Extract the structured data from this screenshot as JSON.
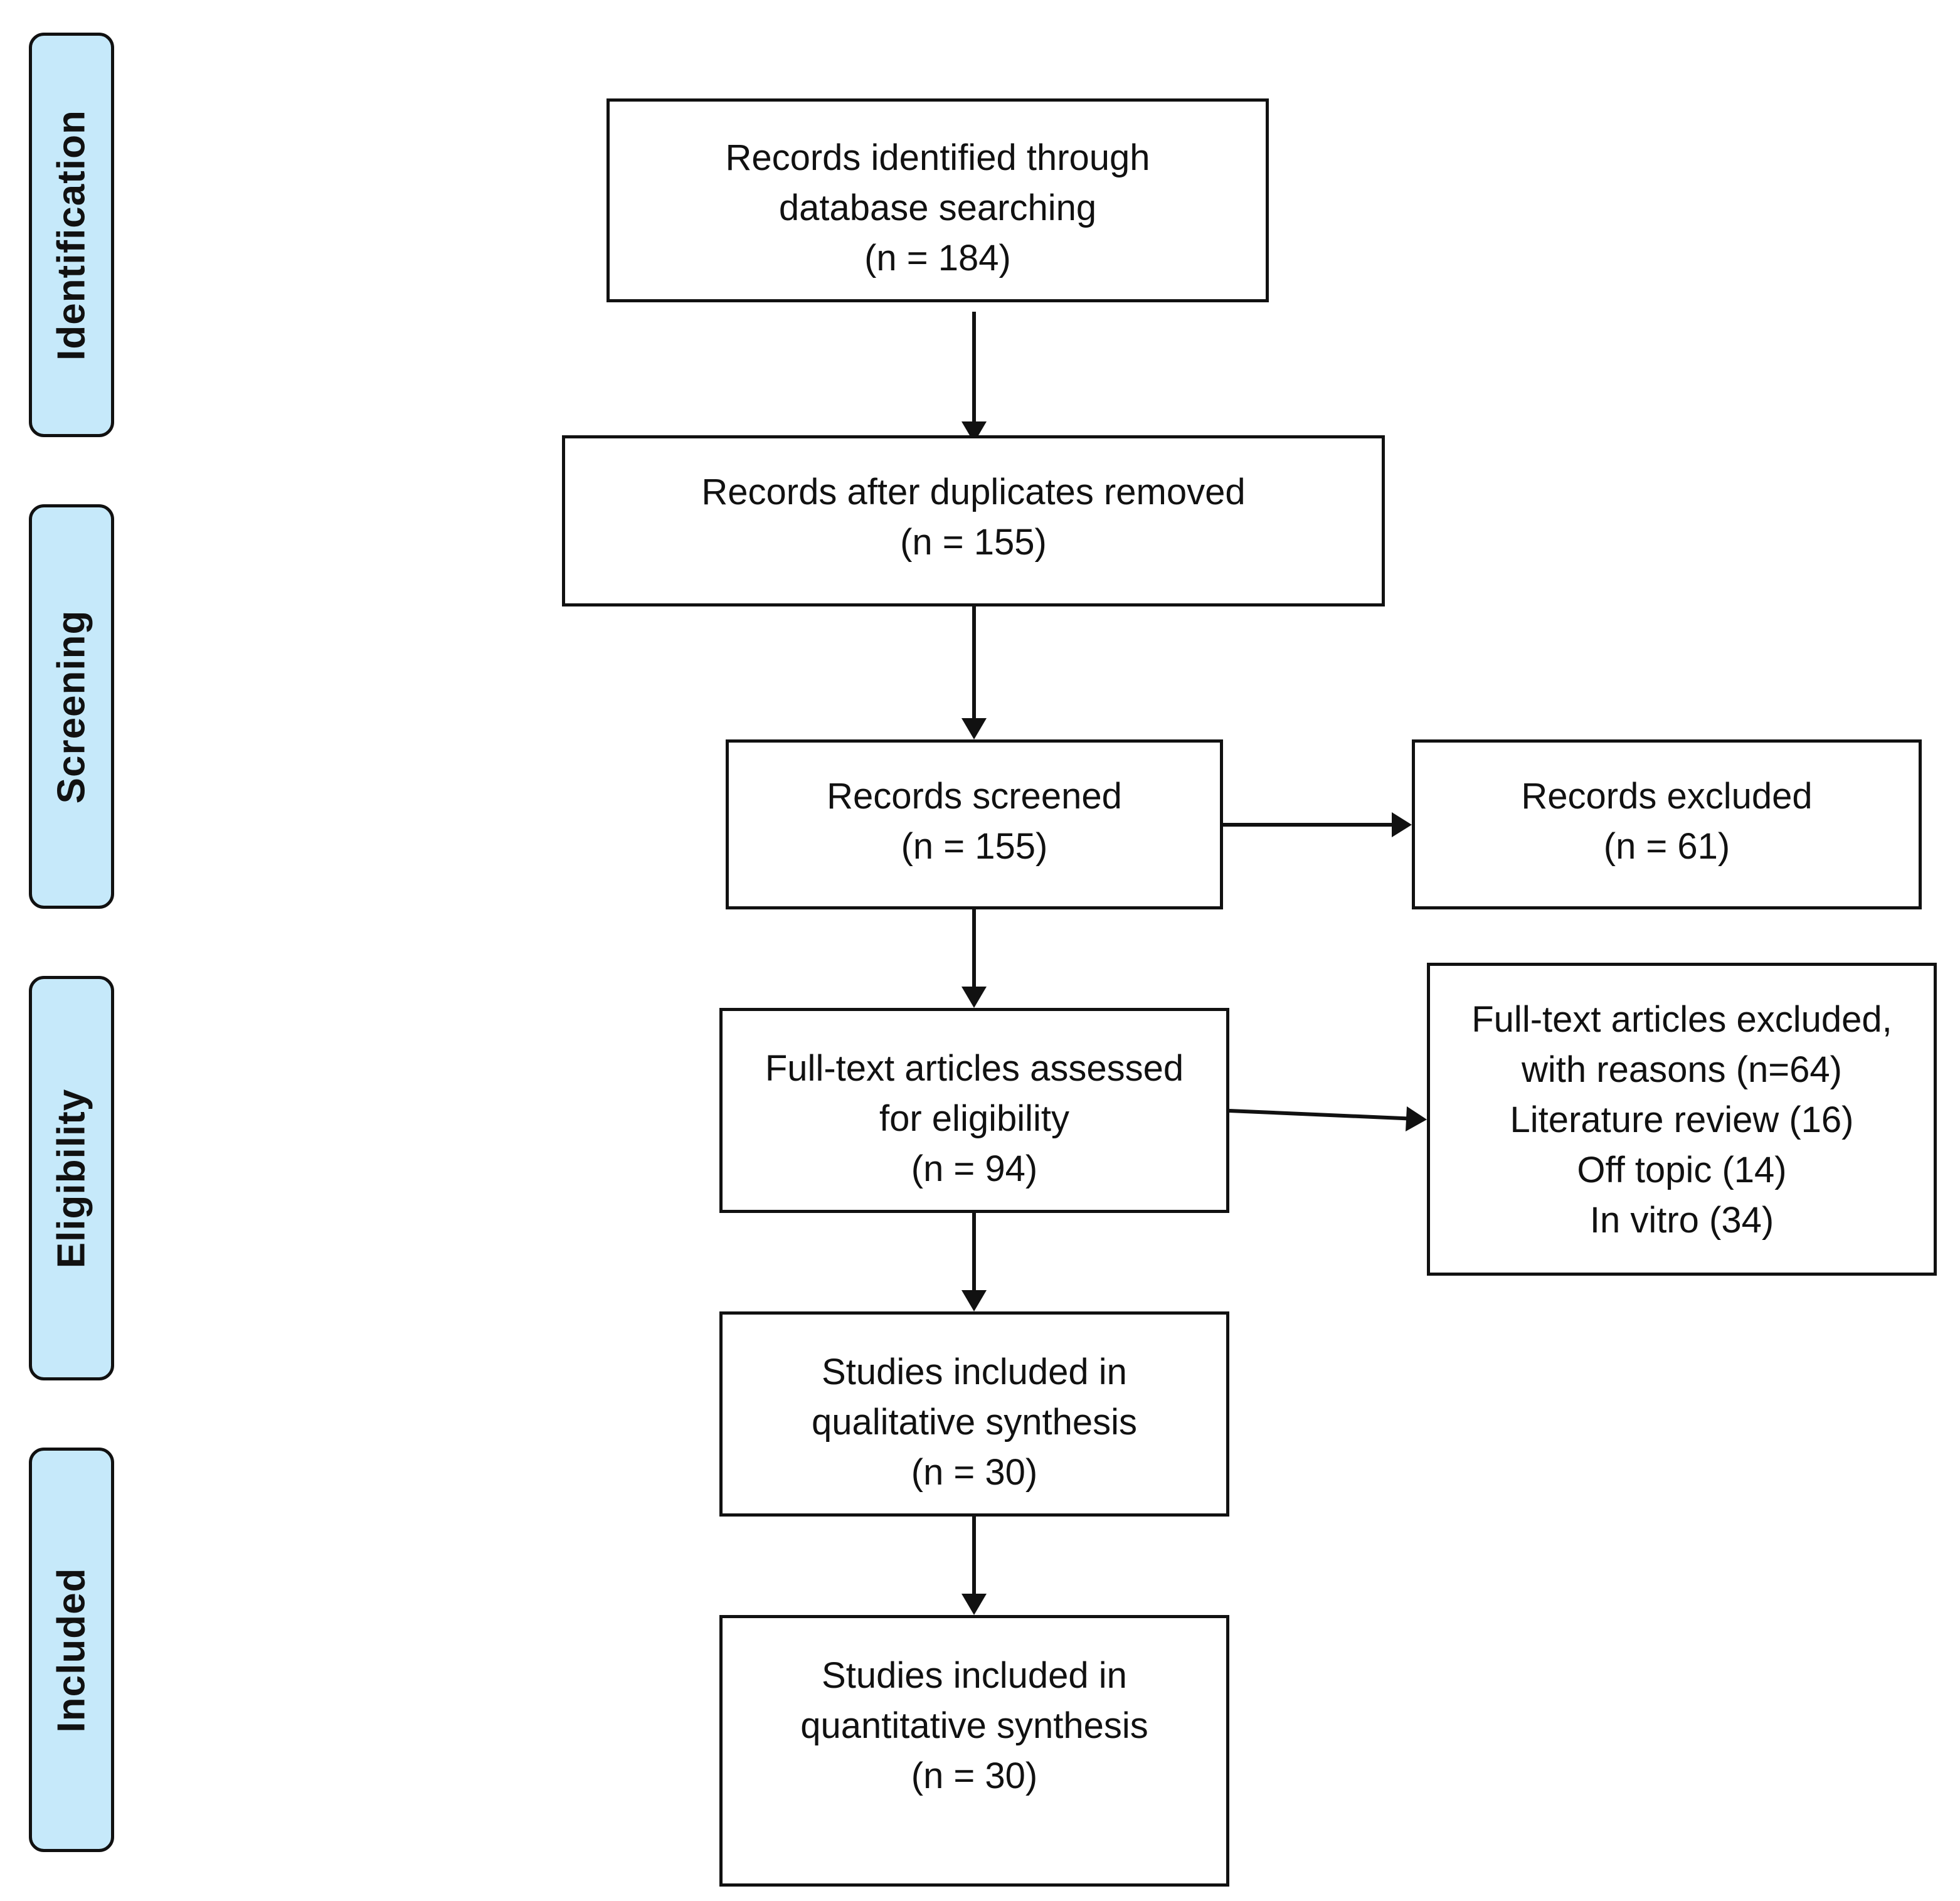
{
  "phases": {
    "identification": "Identification",
    "screening": "Screening",
    "eligibility": "Eligibility",
    "included": "Included"
  },
  "boxes": {
    "identified": [
      "Records identified through",
      "database searching",
      "(n =  184)"
    ],
    "deduped": [
      "Records after duplicates removed",
      "(n = 155)"
    ],
    "screened": [
      "Records screened",
      "(n = 155)"
    ],
    "excluded": [
      "Records excluded",
      "(n = 61)"
    ],
    "fulltext": [
      "Full-text articles assessed",
      "for eligibility",
      "(n =  94)"
    ],
    "ft_excluded": [
      "Full-text articles excluded,",
      "with reasons (n=64)",
      "Literature review (16)",
      "Off topic (14)",
      "In vitro (34)"
    ],
    "qualitative": [
      "Studies included in",
      "qualitative synthesis",
      "(n =  30)"
    ],
    "quantitative": [
      "Studies included in",
      "quantitative synthesis",
      "(n =  30)"
    ]
  },
  "colors": {
    "phase_fill": "#c6e9fa",
    "stroke": "#111111"
  }
}
